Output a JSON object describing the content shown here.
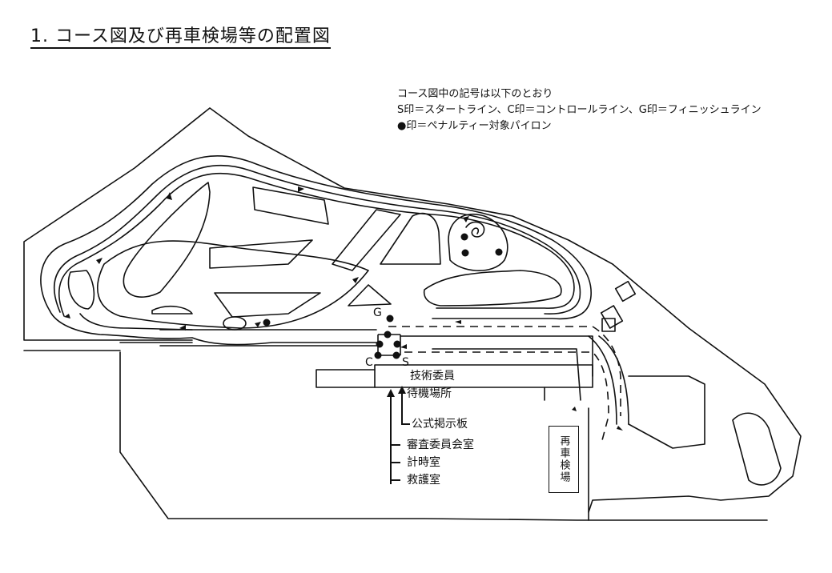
{
  "title": "1. コース図及び再車検場等の配置図",
  "legend": {
    "heading": "コース図中の記号は以下のとおり",
    "lines_text": "S印＝スタートライン、C印＝コントロールライン、G印＝フィニッシュライン",
    "pylon_text": "●印＝ペナルティー対象パイロン"
  },
  "markers": {
    "start": "S",
    "control": "C",
    "finish": "G"
  },
  "facilities": {
    "technical_committee": "技術委員",
    "waiting_area": "待機場所",
    "notice_board": "公式掲示板",
    "stewards_room": "審査委員会室",
    "timing_room": "計時室",
    "first_aid_room": "救護室",
    "re_inspection": "再車検場"
  }
}
